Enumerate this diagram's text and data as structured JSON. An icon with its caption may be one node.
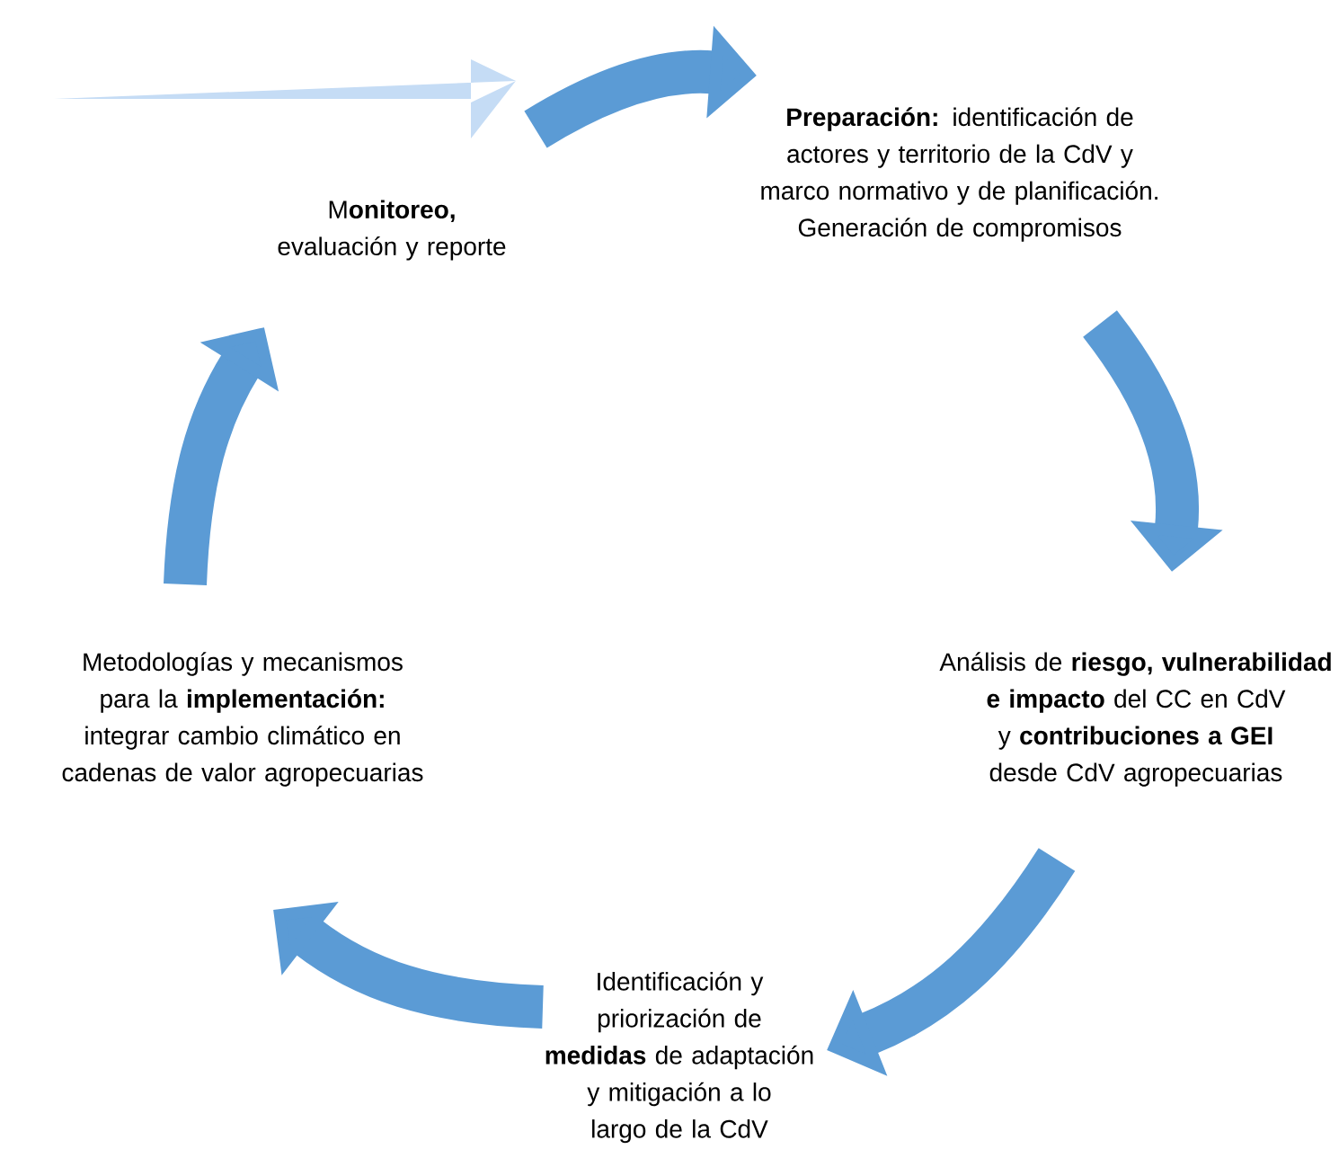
{
  "diagram": {
    "nodes": [
      {
        "text": [
          "M**onitoreo,** evaluación y reporte"
        ]
      },
      {
        "text": [
          "**Preparación:** identificación de actores y territorio de la CdV y marco normativo y de planificación. Generación de compromisos"
        ]
      },
      {
        "text": [
          "Análisis de **riesgo, vulnerabilidad e impacto** del CC en CdV y **contribuciones a GEI** desde CdV agropecuarias"
        ]
      },
      {
        "text": [
          "Identificación y priorización de **medidas** de adaptación y mitigación a lo largo de la CdV"
        ]
      },
      {
        "text": [
          "Metodologías y mecanismos para la **implementación:** integrar cambio climático en cadenas de valor agropecuarias"
        ]
      }
    ],
    "edges": [
      {
        "from": 0,
        "to": 1,
        "arrow": "to"
      },
      {
        "from": 1,
        "to": 2,
        "arrow": "to"
      },
      {
        "from": 2,
        "to": 3,
        "arrow": "to"
      },
      {
        "from": 3,
        "to": 4,
        "arrow": "to"
      },
      {
        "from": 4,
        "to": 0,
        "arrow": "to"
      }
    ]
  }
}
